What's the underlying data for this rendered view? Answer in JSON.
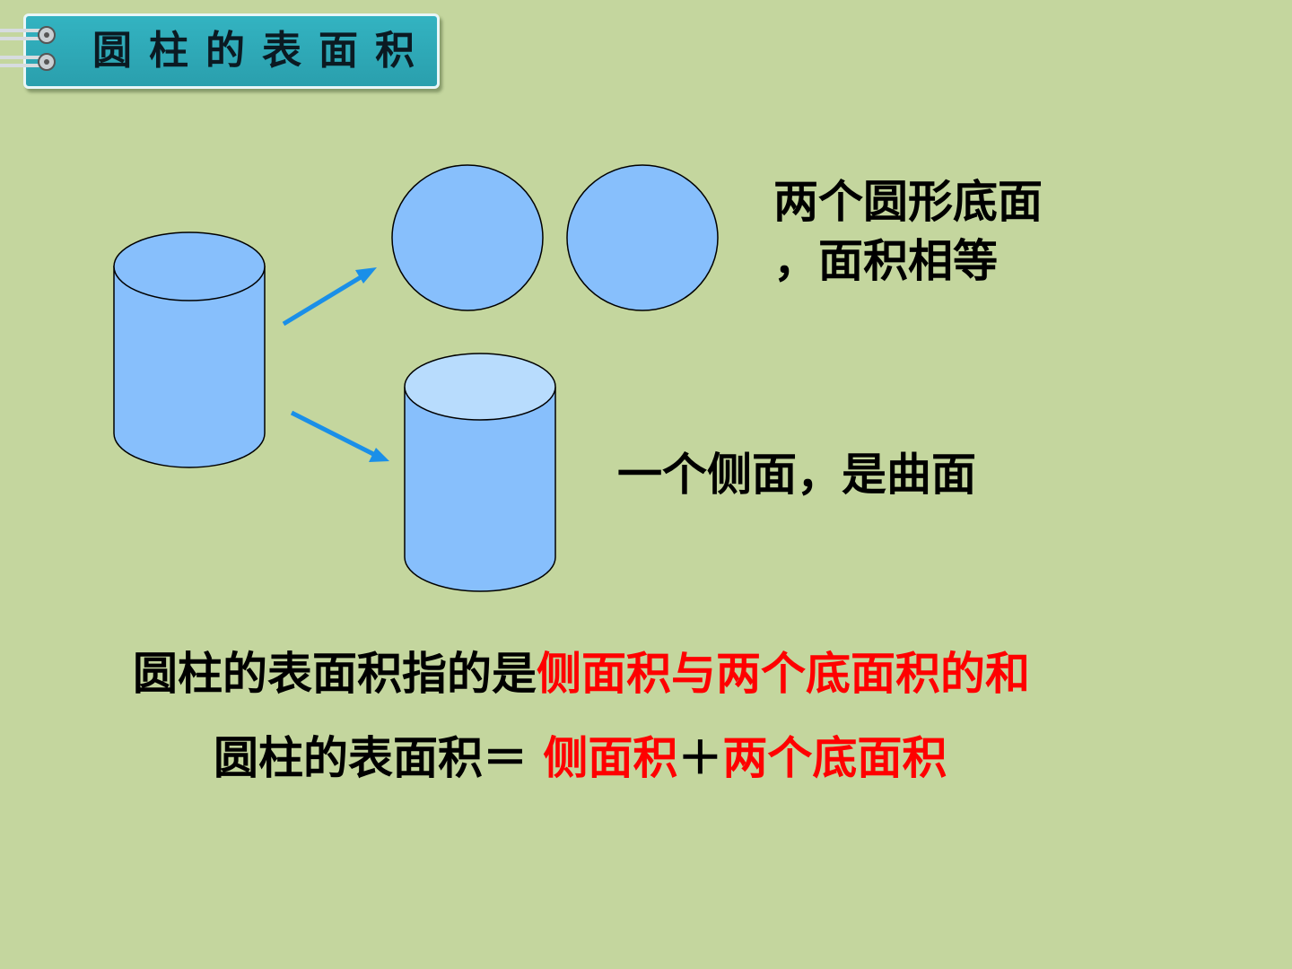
{
  "title": "圆柱的表面积",
  "bases_label": {
    "line1": "两个圆形底面",
    "line2": "，面积相等"
  },
  "side_label": "一个侧面，是曲面",
  "definition": {
    "prefix": "圆柱的表面积指的是",
    "highlight": "侧面积与两个底面积的和"
  },
  "formula": {
    "lhs": "圆柱的表面积＝",
    "term1": "侧面积",
    "plus": "＋",
    "term2": "两个底面积"
  },
  "colors": {
    "background": "#c4d69e",
    "title_badge": "#2fa9b7",
    "shape_fill": "#87bffc",
    "shape_top_light": "#b8dcfd",
    "arrow": "#1a8fe8",
    "highlight_text": "#ff0000"
  }
}
